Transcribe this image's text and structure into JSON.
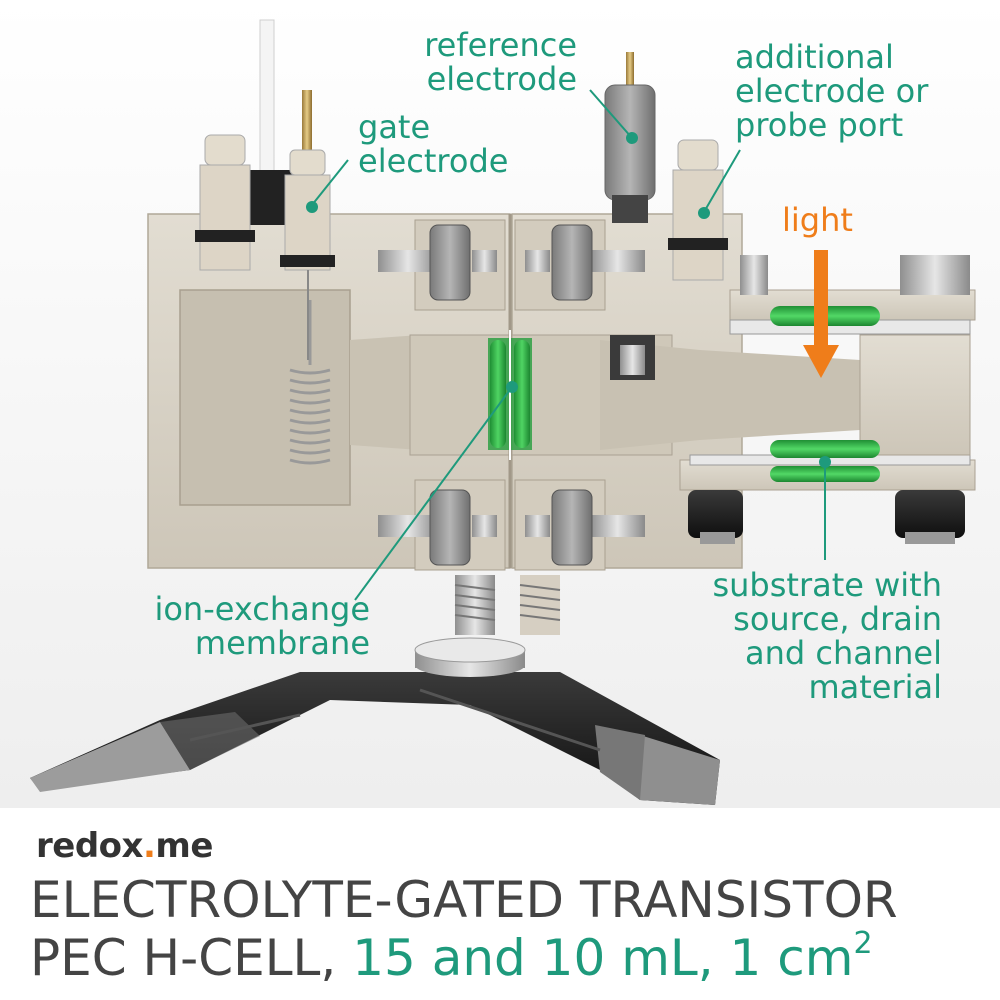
{
  "labels": {
    "reference_electrode": [
      "reference",
      "electrode"
    ],
    "additional_electrode": [
      "additional",
      "electrode or",
      "probe port"
    ],
    "gate_electrode": [
      "gate",
      "electrode"
    ],
    "light": "light",
    "ion_exchange_membrane": [
      "ion-exchange",
      "membrane"
    ],
    "substrate": [
      "substrate with",
      "source, drain",
      "and channel",
      "material"
    ]
  },
  "brand": {
    "logo_part1": "redox",
    "logo_dot": ".",
    "logo_part2": "me"
  },
  "title": {
    "line1": "ELECTROLYTE-GATED TRANSISTOR",
    "line2_prefix": "PEC H-CELL, ",
    "line2_highlight": "15 and 10 mL, 1 cm",
    "line2_sup": "2"
  },
  "colors": {
    "callout_green": "#1e9a7c",
    "light_orange": "#ef7d1a",
    "membrane_green": "#2fb84a",
    "body_beige": "#d9d3c7",
    "stand_black": "#1c1c1c"
  }
}
